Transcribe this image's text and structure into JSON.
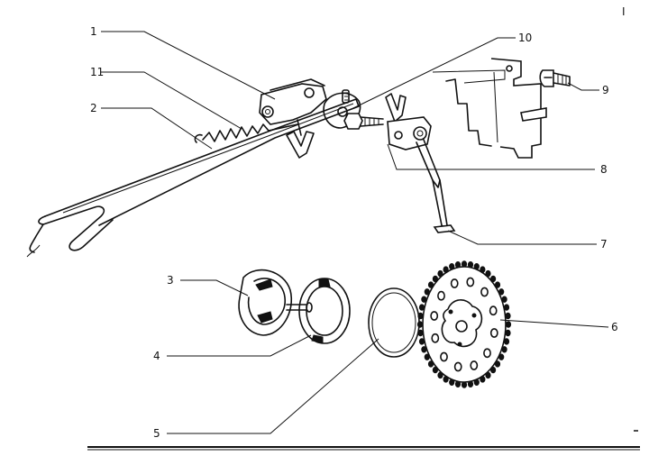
{
  "figure": {
    "corner_mark": "I",
    "callouts": [
      {
        "id": "c1",
        "text": "1"
      },
      {
        "id": "c2",
        "text": "2"
      },
      {
        "id": "c3",
        "text": "3"
      },
      {
        "id": "c4",
        "text": "4"
      },
      {
        "id": "c5",
        "text": "5"
      },
      {
        "id": "c6",
        "text": "6"
      },
      {
        "id": "c7",
        "text": "7"
      },
      {
        "id": "c8",
        "text": "8"
      },
      {
        "id": "c9",
        "text": "9"
      },
      {
        "id": "c10",
        "text": "10"
      },
      {
        "id": "c11",
        "text": "11"
      }
    ]
  },
  "colors": {
    "ink": "#111111",
    "paper": "#ffffff"
  }
}
